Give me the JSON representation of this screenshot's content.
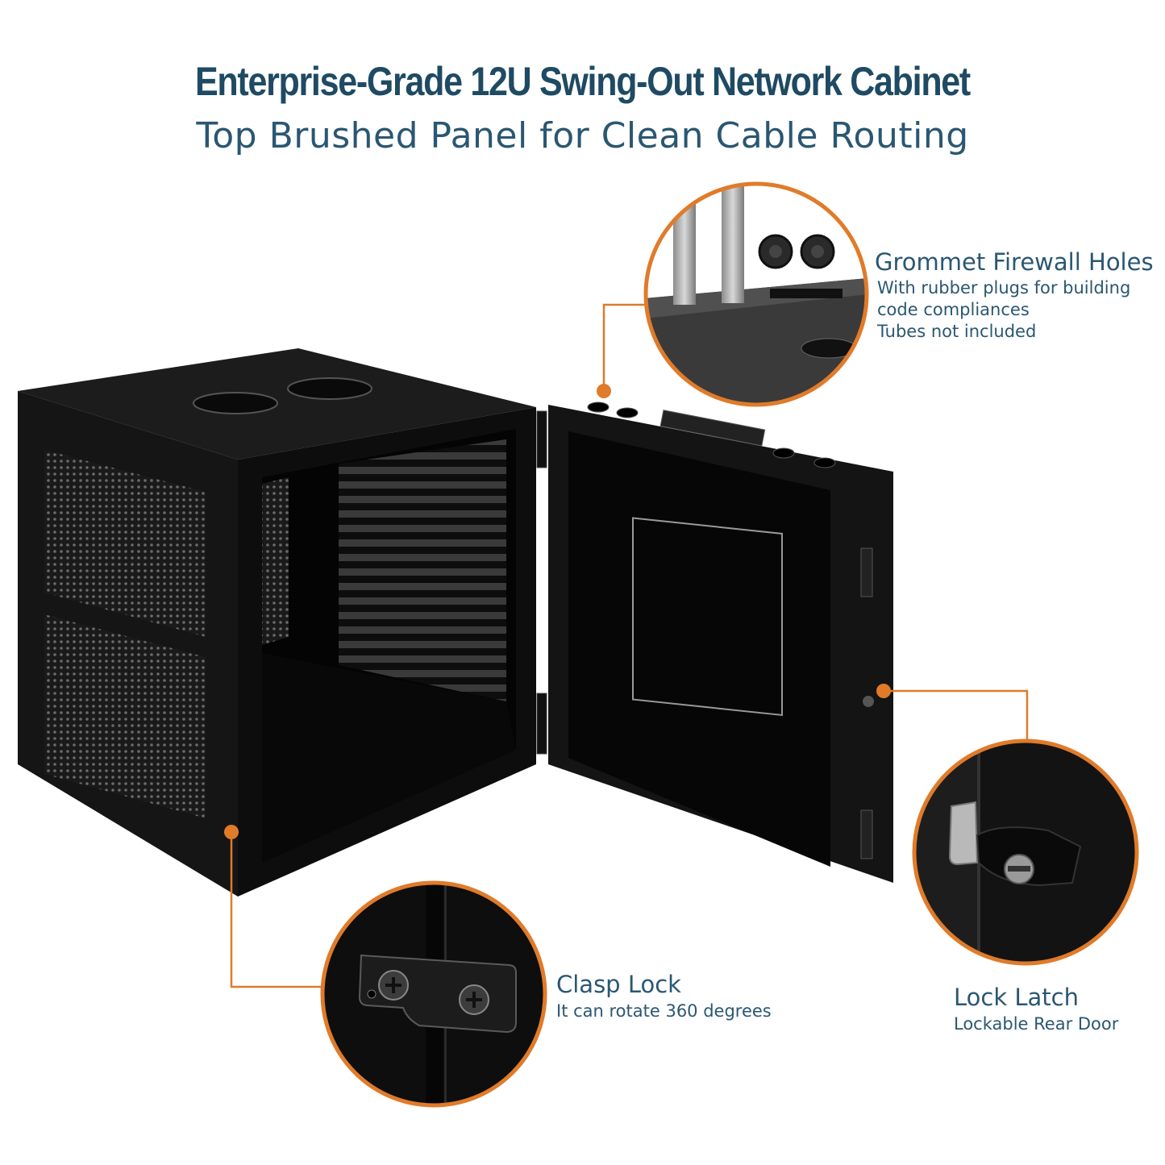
{
  "header": {
    "title": "Enterprise-Grade 12U Swing-Out Network Cabinet",
    "subtitle": "Top Brushed Panel for Clean Cable Routing"
  },
  "callouts": {
    "grommet": {
      "title": "Grommet Firewall Holes",
      "lines": [
        "With rubber plugs for building",
        "code compliances",
        "Tubes not included"
      ]
    },
    "clasp": {
      "title": "Clasp Lock",
      "lines": [
        "It can rotate 360 degrees"
      ]
    },
    "latch": {
      "title": "Lock Latch",
      "lines": [
        "Lockable Rear Door"
      ]
    }
  },
  "colors": {
    "accent": "#e07b2a",
    "text": "#2a5772",
    "title": "#1f4a63",
    "cabinet": "#111111"
  }
}
